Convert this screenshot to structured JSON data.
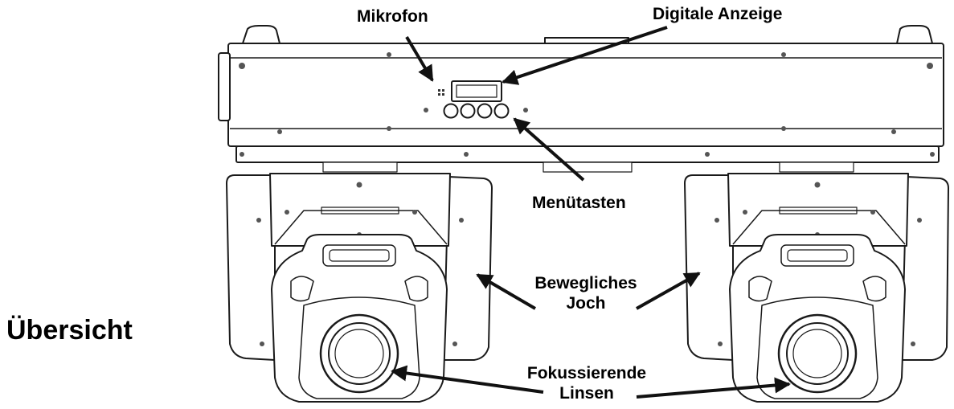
{
  "page": {
    "title": "Übersicht"
  },
  "labels": {
    "microphone": "Mikrofon",
    "display": "Digitale Anzeige",
    "menu_buttons": "Menütasten",
    "yoke_line1": "Bewegliches",
    "yoke_line2": "Joch",
    "lens_line1": "Fokussierende",
    "lens_line2": "Linsen"
  },
  "colors": {
    "line": "#1a1a1a",
    "fill": "#ffffff",
    "text": "#000000"
  }
}
